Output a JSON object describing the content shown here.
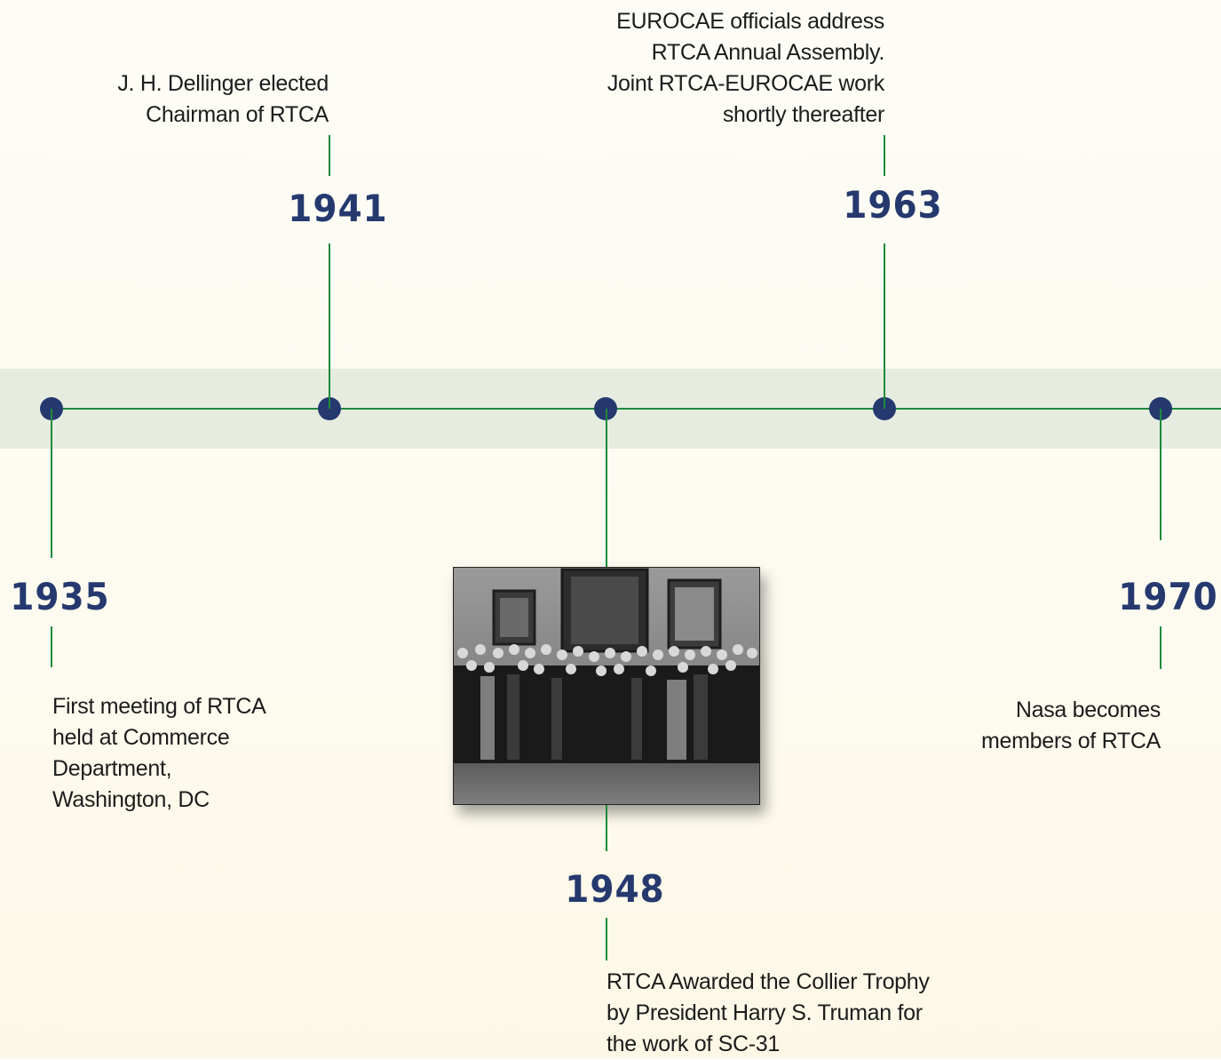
{
  "events": [
    {
      "year": "1935",
      "lines": [
        "First meeting of RTCA",
        "held at Commerce",
        "Department,",
        "Washington, DC"
      ]
    },
    {
      "year": "1941",
      "lines": [
        "J. H. Dellinger elected",
        "Chairman of RTCA"
      ]
    },
    {
      "year": "1948",
      "lines": [
        "RTCA Awarded the Collier Trophy",
        "by President Harry S. Truman for",
        "the work of SC-31"
      ]
    },
    {
      "year": "1963",
      "lines": [
        "EUROCAE officials address",
        "RTCA Annual Assembly.",
        "Joint RTCA-EUROCAE work",
        "shortly thereafter"
      ]
    },
    {
      "year": "1970",
      "lines": [
        "Nasa becomes",
        "members of RTCA"
      ]
    }
  ],
  "colors": {
    "axis": "#1f8a3a",
    "dot": "#25396f",
    "year": "#25396f",
    "band": "#e6ece0"
  }
}
